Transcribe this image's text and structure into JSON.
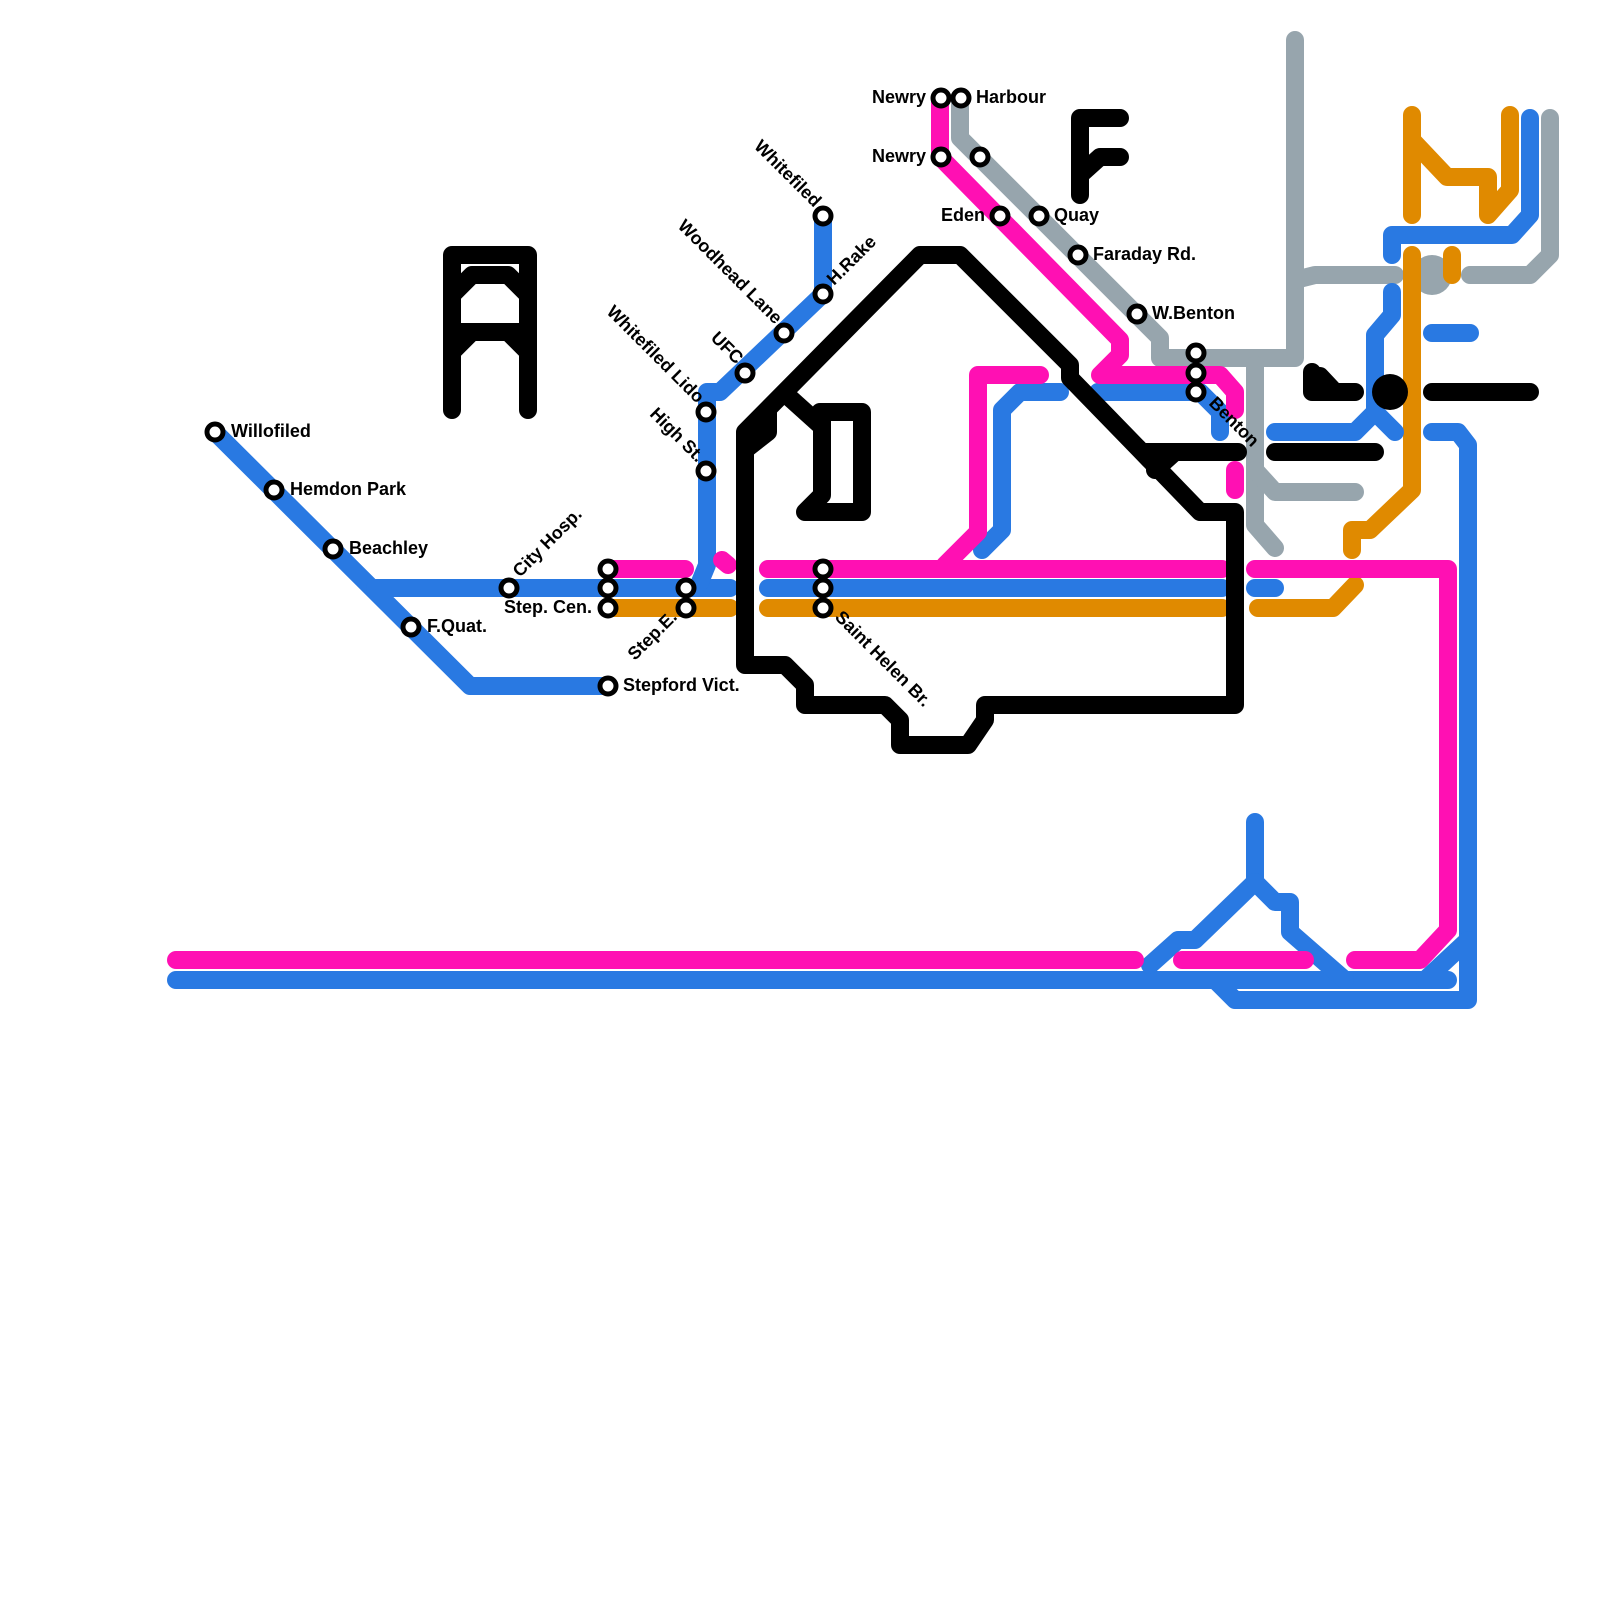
{
  "colors": {
    "blue": "#2979E2",
    "pink": "#FF10B3",
    "orange": "#E08A00",
    "gray": "#97A5AD",
    "black": "#000000"
  },
  "stations": {
    "willofiled": "Willofiled",
    "hemdon_park": "Hemdon Park",
    "beachley": "Beachley",
    "f_quat": "F.Quat.",
    "city_hosp": "City Hosp.",
    "step_cen": "Step. Cen.",
    "stepford_vict": "Stepford Vict.",
    "step_e": "Step.E.",
    "high_st": "High St.",
    "whitefiled_lido": "Whitefiled Lido",
    "ufc": "UFC",
    "woodhead_lane": "Woodhead Lane",
    "h_rake": "H.Rake",
    "whitefiled": "Whitefiled",
    "saint_helen_br": "Saint Helen Br.",
    "newry_1": "Newry",
    "newry_2": "Newry",
    "harbour": "Harbour",
    "eden": "Eden",
    "quay": "Quay",
    "faraday_rd": "Faraday Rd.",
    "w_benton": "W.Benton",
    "benton": "Benton"
  }
}
